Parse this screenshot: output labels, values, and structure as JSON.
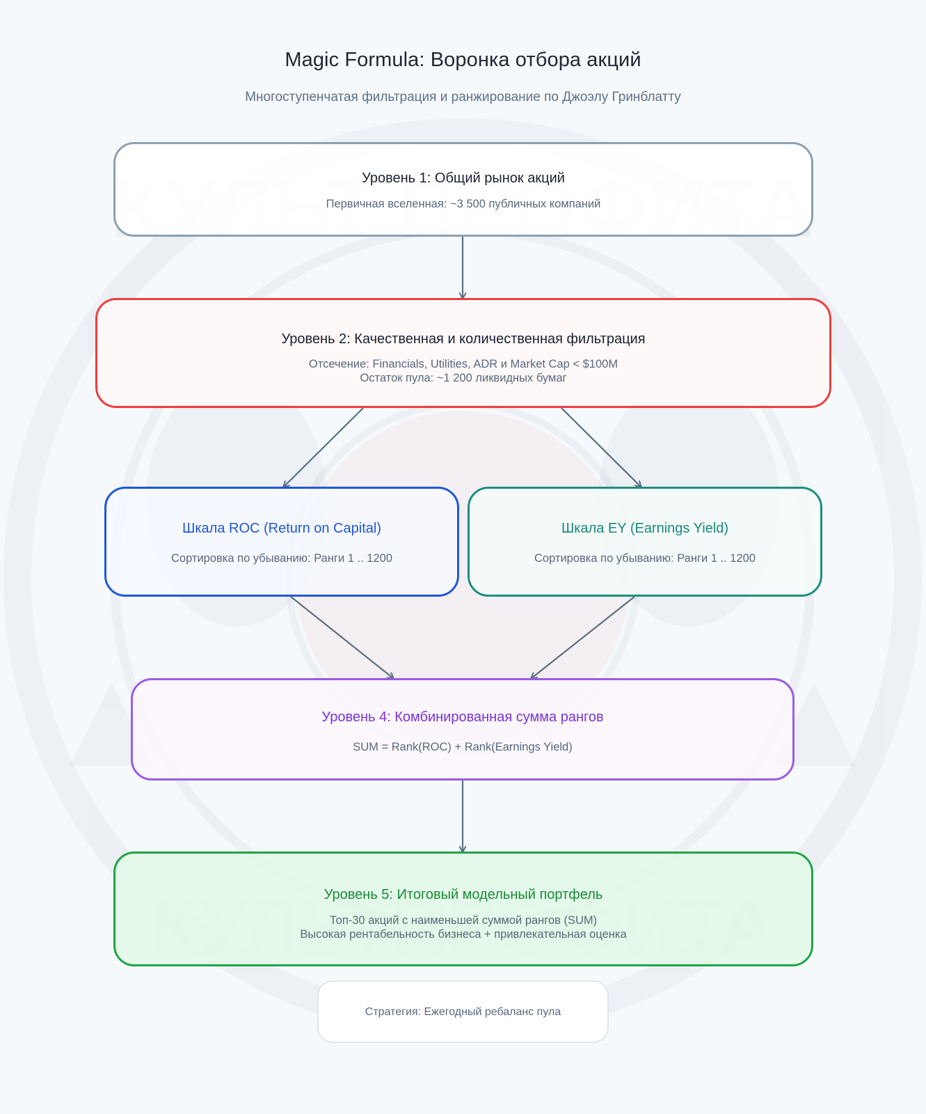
{
  "title": "Magic Formula: Воронка отбора акций",
  "subtitle": "Многоступенчатая фильтрация и ранжирование по Джоэлу Гринблатту",
  "nodes": {
    "level1": {
      "heading": "Уровень 1: Общий рынок акций",
      "lines": [
        "Первичная вселенная: ~3 500 публичных компаний"
      ],
      "color": "#8ea0b2"
    },
    "level2": {
      "heading": "Уровень 2: Качественная и количественная фильтрация",
      "lines": [
        "Отсечение: Financials, Utilities, ADR и Market Cap < $100M",
        "Остаток пула: ~1 200 ликвидных бумаг"
      ],
      "color": "#ef3e3e"
    },
    "roc": {
      "heading": "Шкала ROC (Return on Capital)",
      "lines": [
        "Сортировка по убыванию: Ранги 1 .. 1200"
      ],
      "color": "#1f57d8"
    },
    "ey": {
      "heading": "Шкала EY (Earnings Yield)",
      "lines": [
        "Сортировка по убыванию: Ранги 1 .. 1200"
      ],
      "color": "#1b8f7c"
    },
    "level4": {
      "heading": "Уровень 4: Комбинированная сумма рангов",
      "lines": [
        "SUM = Rank(ROC) + Rank(Earnings Yield)"
      ],
      "color": "#9a5ae6"
    },
    "level5": {
      "heading": "Уровень 5: Итоговый модельный портфель",
      "lines": [
        "Топ-30 акций с наименьшей суммой рангов (SUM)",
        "Высокая рентабельность бизнеса + привлекательная оценка"
      ],
      "color": "#1ea447"
    },
    "note": {
      "text": "Стратегия: Ежегодный ребаланс пула"
    }
  },
  "edges": [
    {
      "from": "level1",
      "to": "level2"
    },
    {
      "from": "level2",
      "to": "roc"
    },
    {
      "from": "level2",
      "to": "ey"
    },
    {
      "from": "roc",
      "to": "level4"
    },
    {
      "from": "ey",
      "to": "level4"
    },
    {
      "from": "level4",
      "to": "level5"
    }
  ],
  "connector_color": "#5a6d82",
  "watermark_text": [
    "КУЛЬТ ПРОФИТА",
    "КУЛЬТПРОФИТА"
  ]
}
